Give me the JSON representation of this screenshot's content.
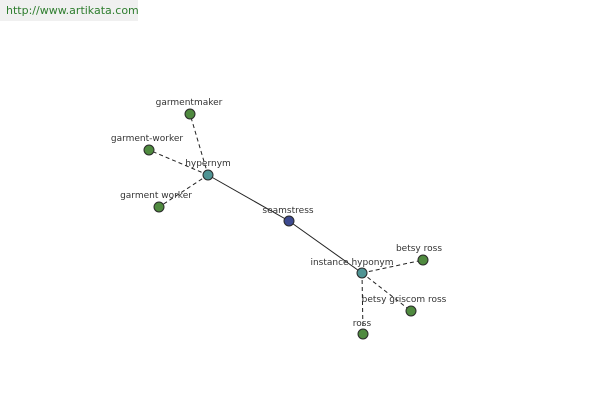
{
  "site": {
    "url": "http://www.artikata.com"
  },
  "graph": {
    "nodes": [
      {
        "id": "seamstress",
        "label": "seamstress",
        "kind": "root"
      },
      {
        "id": "hypernym",
        "label": "hypernym",
        "kind": "relation"
      },
      {
        "id": "instance-hyponym",
        "label": "instance hyponym",
        "kind": "relation"
      },
      {
        "id": "garmentmaker",
        "label": "garmentmaker",
        "kind": "leaf"
      },
      {
        "id": "garment-worker-hyphen",
        "label": "garment-worker",
        "kind": "leaf"
      },
      {
        "id": "garment-worker",
        "label": "garment worker",
        "kind": "leaf"
      },
      {
        "id": "betsy-ross",
        "label": "betsy ross",
        "kind": "leaf"
      },
      {
        "id": "betsy-griscom-ross",
        "label": "betsy griscom ross",
        "kind": "leaf"
      },
      {
        "id": "ross",
        "label": "ross",
        "kind": "leaf"
      }
    ],
    "edges": [
      {
        "from": "seamstress",
        "to": "hypernym",
        "style": "solid"
      },
      {
        "from": "seamstress",
        "to": "instance-hyponym",
        "style": "solid"
      },
      {
        "from": "hypernym",
        "to": "garmentmaker",
        "style": "dashed"
      },
      {
        "from": "hypernym",
        "to": "garment-worker-hyphen",
        "style": "dashed"
      },
      {
        "from": "hypernym",
        "to": "garment-worker",
        "style": "dashed"
      },
      {
        "from": "instance-hyponym",
        "to": "betsy-ross",
        "style": "dashed"
      },
      {
        "from": "instance-hyponym",
        "to": "betsy-griscom-ross",
        "style": "dashed"
      },
      {
        "from": "instance-hyponym",
        "to": "ross",
        "style": "dashed"
      }
    ],
    "colors": {
      "root": "#3d4a8f",
      "relation": "#4f9494",
      "leaf": "#4f8a3f",
      "stroke": "#2a2a2a",
      "edge": "#222222"
    }
  }
}
